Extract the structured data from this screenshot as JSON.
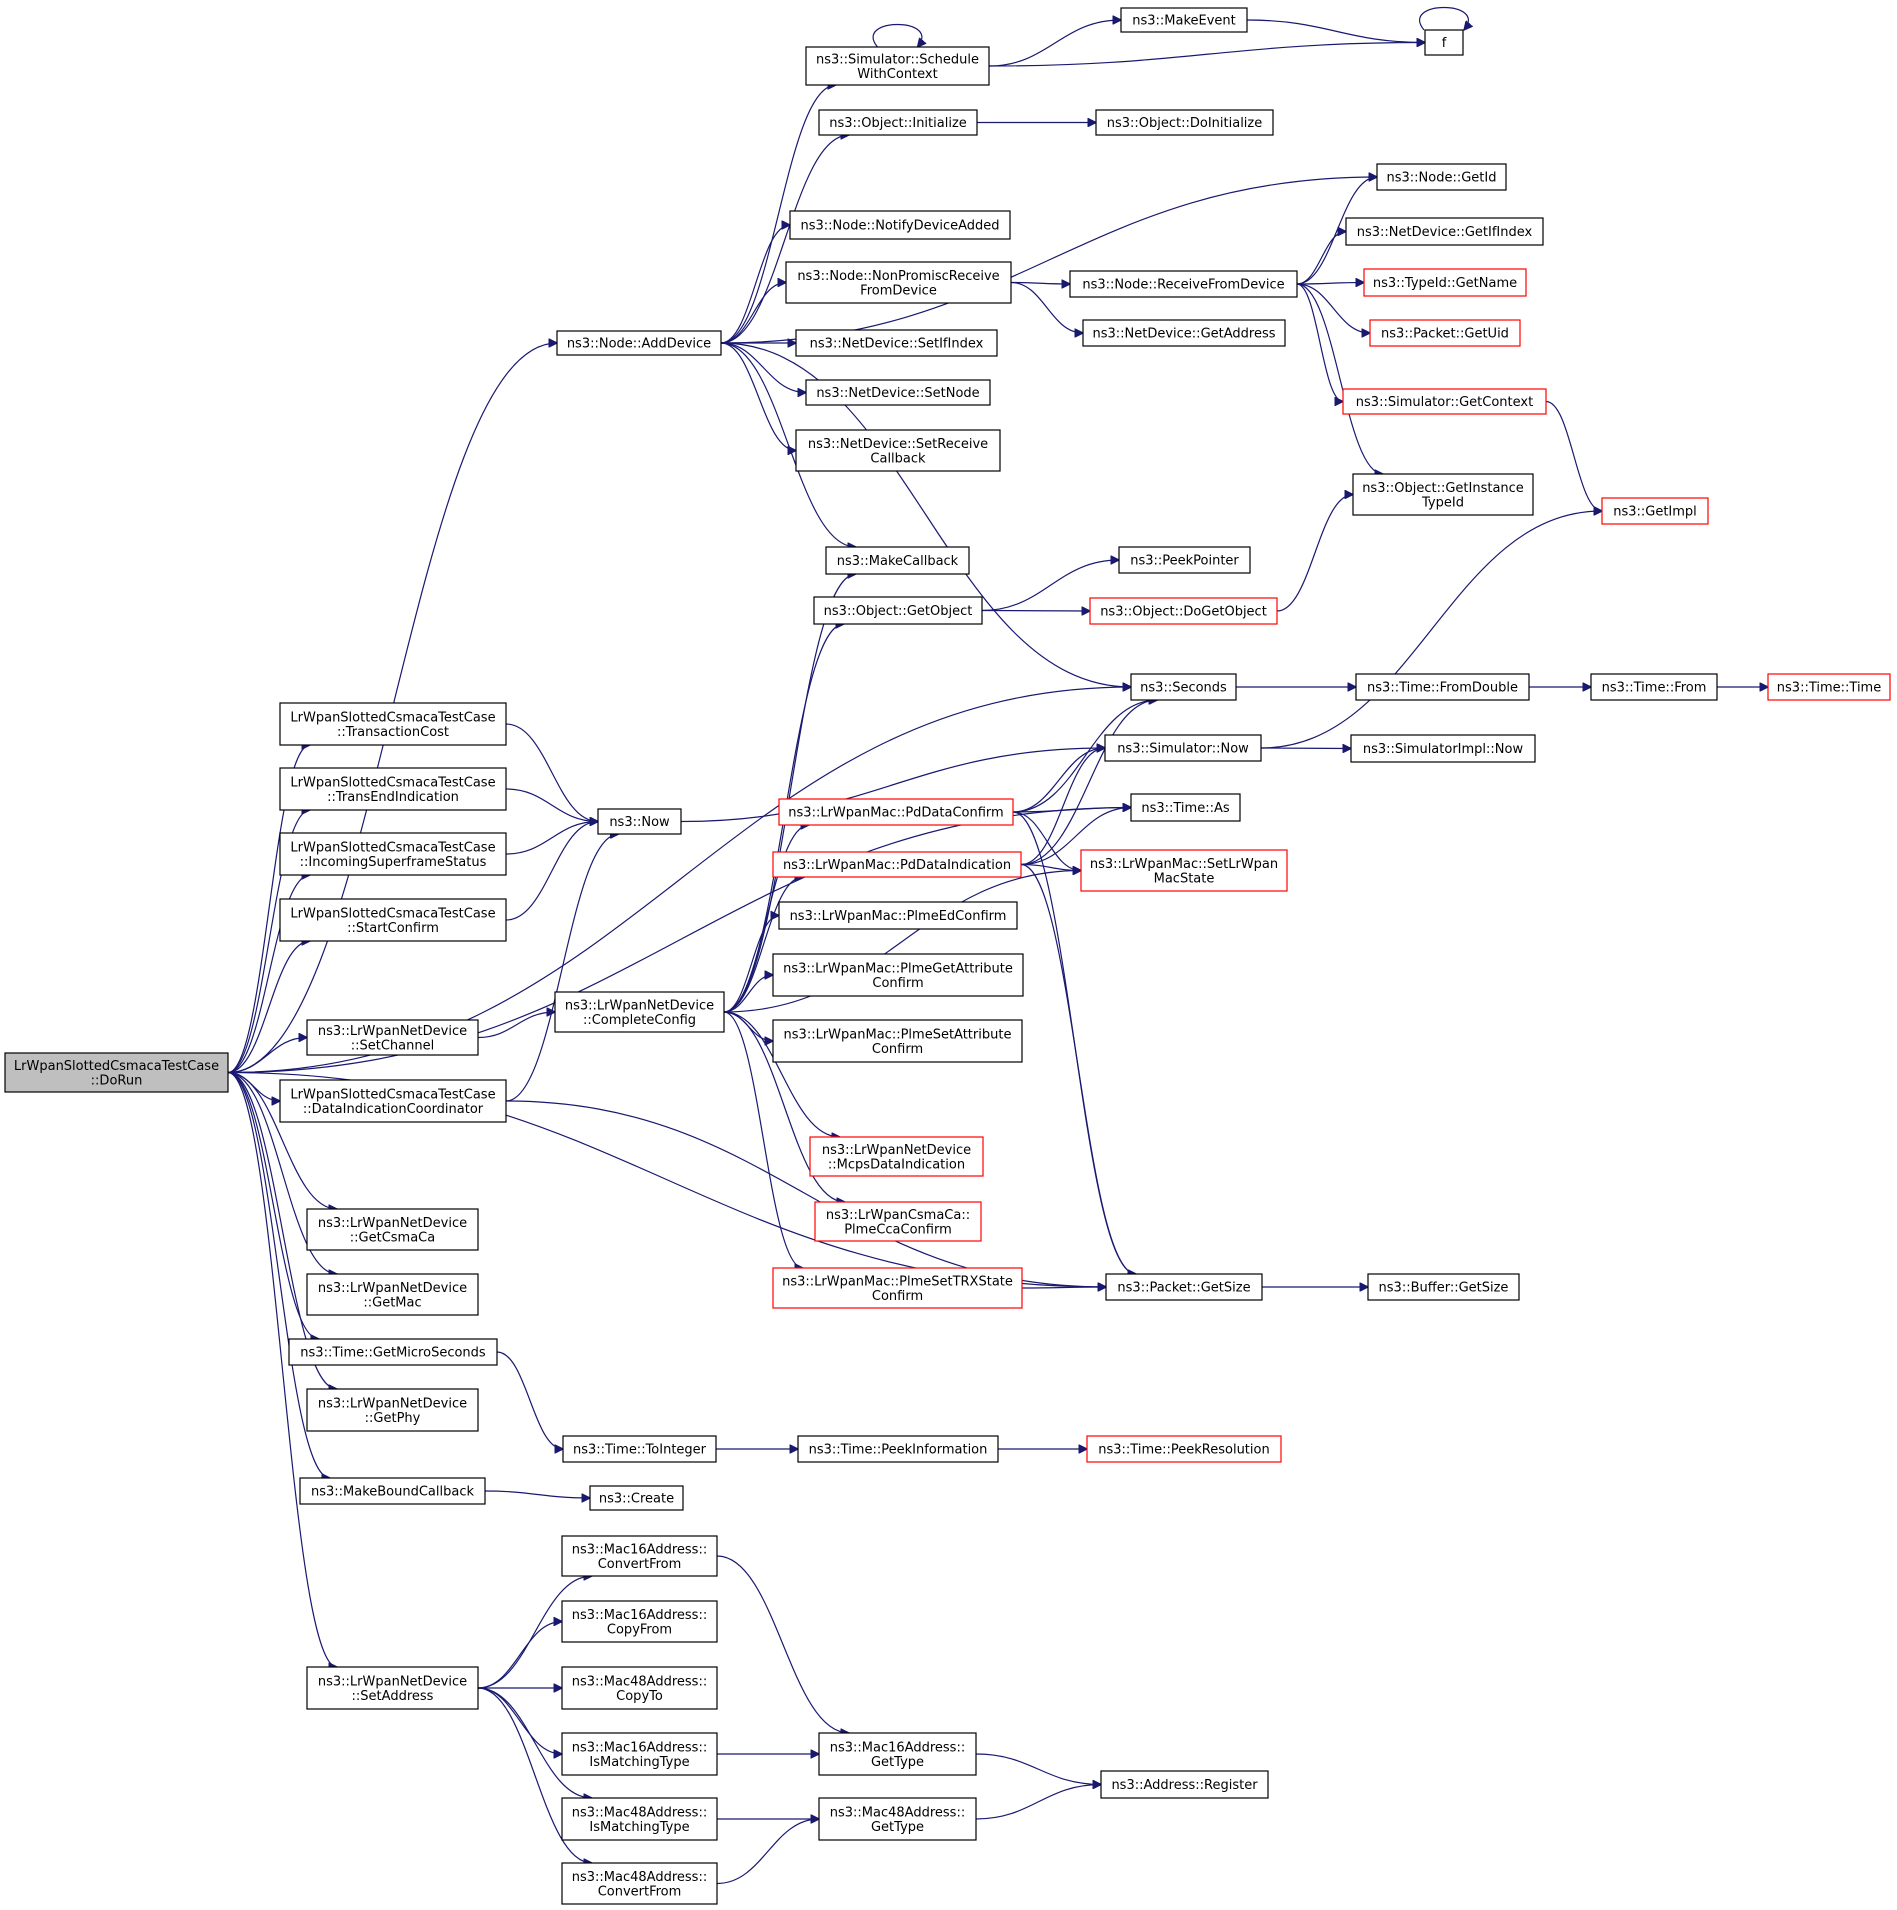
{
  "colors": {
    "edge": "#191970",
    "node_border": "#000000",
    "node_border_truncated": "#ff0000",
    "root_fill": "#bfbfbf",
    "node_fill": "#ffffff"
  },
  "nodes": {
    "dorun": [
      "LrWpanSlottedCsmacaTestCase",
      "::DoRun"
    ],
    "addDevice": [
      "ns3::Node::AddDevice"
    ],
    "schedule": [
      "ns3::Simulator::Schedule",
      "WithContext"
    ],
    "makeEvent": [
      "ns3::MakeEvent"
    ],
    "f": [
      "f"
    ],
    "objInit": [
      "ns3::Object::Initialize"
    ],
    "objDoInit": [
      "ns3::Object::DoInitialize"
    ],
    "nodeGetId": [
      "ns3::Node::GetId"
    ],
    "notifyAdded": [
      "ns3::Node::NotifyDeviceAdded"
    ],
    "nonPromisc": [
      "ns3::Node::NonPromiscReceive",
      "FromDevice"
    ],
    "recvFrom": [
      "ns3::Node::ReceiveFromDevice"
    ],
    "getIfIndex": [
      "ns3::NetDevice::GetIfIndex"
    ],
    "typeGetName": [
      "ns3::TypeId::GetName"
    ],
    "getAddress": [
      "ns3::NetDevice::GetAddress"
    ],
    "pktGetUid": [
      "ns3::Packet::GetUid"
    ],
    "setIfIndex": [
      "ns3::NetDevice::SetIfIndex"
    ],
    "setNode": [
      "ns3::NetDevice::SetNode"
    ],
    "simGetContext": [
      "ns3::Simulator::GetContext"
    ],
    "setRecvCb": [
      "ns3::NetDevice::SetReceive",
      "Callback"
    ],
    "getInstanceTypeId": [
      "ns3::Object::GetInstance",
      "TypeId"
    ],
    "getImpl": [
      "ns3::GetImpl"
    ],
    "makeCallback": [
      "ns3::MakeCallback"
    ],
    "peekPointer": [
      "ns3::PeekPointer"
    ],
    "objGetObject": [
      "ns3::Object::GetObject"
    ],
    "doGetObject": [
      "ns3::Object::DoGetObject"
    ],
    "seconds": [
      "ns3::Seconds"
    ],
    "fromDouble": [
      "ns3::Time::FromDouble"
    ],
    "timeFrom": [
      "ns3::Time::From"
    ],
    "timeTime": [
      "ns3::Time::Time"
    ],
    "transCost": [
      "LrWpanSlottedCsmacaTestCase",
      "::TransactionCost"
    ],
    "simNow": [
      "ns3::Simulator::Now"
    ],
    "simImplNow": [
      "ns3::SimulatorImpl::Now"
    ],
    "transEnd": [
      "LrWpanSlottedCsmacaTestCase",
      "::TransEndIndication"
    ],
    "now": [
      "ns3::Now"
    ],
    "pdDataConfirm": [
      "ns3::LrWpanMac::PdDataConfirm"
    ],
    "timeAs": [
      "ns3::Time::As"
    ],
    "incomingSf": [
      "LrWpanSlottedCsmacaTestCase",
      "::IncomingSuperframeStatus"
    ],
    "pdDataInd": [
      "ns3::LrWpanMac::PdDataIndication"
    ],
    "setMacState": [
      "ns3::LrWpanMac::SetLrWpan",
      "MacState"
    ],
    "startConfirm": [
      "LrWpanSlottedCsmacaTestCase",
      "::StartConfirm"
    ],
    "plmeEd": [
      "ns3::LrWpanMac::PlmeEdConfirm"
    ],
    "plmeGetAttr": [
      "ns3::LrWpanMac::PlmeGetAttribute",
      "Confirm"
    ],
    "setChannel": [
      "ns3::LrWpanNetDevice",
      "::SetChannel"
    ],
    "completeConfig": [
      "ns3::LrWpanNetDevice",
      "::CompleteConfig"
    ],
    "plmeSetAttr": [
      "ns3::LrWpanMac::PlmeSetAttribute",
      "Confirm"
    ],
    "dataIndCoord": [
      "LrWpanSlottedCsmacaTestCase",
      "::DataIndicationCoordinator"
    ],
    "mcpsDataInd": [
      "ns3::LrWpanNetDevice",
      "::McpsDataIndication"
    ],
    "getCsmaCa": [
      "ns3::LrWpanNetDevice",
      "::GetCsmaCa"
    ],
    "plmeCca": [
      "ns3::LrWpanCsmaCa::",
      "PlmeCcaConfirm"
    ],
    "getMac": [
      "ns3::LrWpanNetDevice",
      "::GetMac"
    ],
    "plmeSetTrx": [
      "ns3::LrWpanMac::PlmeSetTRXState",
      "Confirm"
    ],
    "pktGetSize": [
      "ns3::Packet::GetSize"
    ],
    "bufGetSize": [
      "ns3::Buffer::GetSize"
    ],
    "getMicro": [
      "ns3::Time::GetMicroSeconds"
    ],
    "getPhy": [
      "ns3::LrWpanNetDevice",
      "::GetPhy"
    ],
    "toInteger": [
      "ns3::Time::ToInteger"
    ],
    "peekInfo": [
      "ns3::Time::PeekInformation"
    ],
    "peekRes": [
      "ns3::Time::PeekResolution"
    ],
    "makeBound": [
      "ns3::MakeBoundCallback"
    ],
    "create": [
      "ns3::Create"
    ],
    "m16ConvFrom": [
      "ns3::Mac16Address::",
      "ConvertFrom"
    ],
    "m16CopyFrom": [
      "ns3::Mac16Address::",
      "CopyFrom"
    ],
    "setAddress": [
      "ns3::LrWpanNetDevice",
      "::SetAddress"
    ],
    "m48CopyTo": [
      "ns3::Mac48Address::",
      "CopyTo"
    ],
    "m16IsMatch": [
      "ns3::Mac16Address::",
      "IsMatchingType"
    ],
    "m16GetType": [
      "ns3::Mac16Address::",
      "GetType"
    ],
    "addrRegister": [
      "ns3::Address::Register"
    ],
    "m48IsMatch": [
      "ns3::Mac48Address::",
      "IsMatchingType"
    ],
    "m48GetType": [
      "ns3::Mac48Address::",
      "GetType"
    ],
    "m48ConvFrom": [
      "ns3::Mac48Address::",
      "ConvertFrom"
    ]
  },
  "truncated_nodes": [
    "typeGetName",
    "pktGetUid",
    "simGetContext",
    "getImpl",
    "doGetObject",
    "timeTime",
    "pdDataConfirm",
    "pdDataInd",
    "setMacState",
    "mcpsDataInd",
    "plmeCca",
    "plmeSetTrx",
    "peekRes"
  ],
  "root_node": "dorun",
  "edges": [
    [
      "dorun",
      "addDevice"
    ],
    [
      "dorun",
      "seconds"
    ],
    [
      "dorun",
      "transCost"
    ],
    [
      "dorun",
      "transEnd"
    ],
    [
      "dorun",
      "incomingSf"
    ],
    [
      "dorun",
      "startConfirm"
    ],
    [
      "dorun",
      "timeAs"
    ],
    [
      "dorun",
      "setChannel"
    ],
    [
      "dorun",
      "dataIndCoord"
    ],
    [
      "dorun",
      "pktGetSize"
    ],
    [
      "dorun",
      "getCsmaCa"
    ],
    [
      "dorun",
      "getMac"
    ],
    [
      "dorun",
      "getMicro"
    ],
    [
      "dorun",
      "getPhy"
    ],
    [
      "dorun",
      "makeBound"
    ],
    [
      "dorun",
      "setAddress"
    ],
    [
      "addDevice",
      "schedule"
    ],
    [
      "addDevice",
      "objInit"
    ],
    [
      "addDevice",
      "nodeGetId"
    ],
    [
      "addDevice",
      "notifyAdded"
    ],
    [
      "addDevice",
      "nonPromisc"
    ],
    [
      "addDevice",
      "setIfIndex"
    ],
    [
      "addDevice",
      "setNode"
    ],
    [
      "addDevice",
      "setRecvCb"
    ],
    [
      "addDevice",
      "makeCallback"
    ],
    [
      "addDevice",
      "seconds"
    ],
    [
      "schedule",
      "schedule"
    ],
    [
      "schedule",
      "makeEvent"
    ],
    [
      "schedule",
      "f"
    ],
    [
      "makeEvent",
      "f"
    ],
    [
      "f",
      "f"
    ],
    [
      "objInit",
      "objDoInit"
    ],
    [
      "nonPromisc",
      "recvFrom"
    ],
    [
      "nonPromisc",
      "getAddress"
    ],
    [
      "recvFrom",
      "nodeGetId"
    ],
    [
      "recvFrom",
      "getIfIndex"
    ],
    [
      "recvFrom",
      "typeGetName"
    ],
    [
      "recvFrom",
      "pktGetUid"
    ],
    [
      "recvFrom",
      "simGetContext"
    ],
    [
      "recvFrom",
      "getInstanceTypeId"
    ],
    [
      "simGetContext",
      "getImpl"
    ],
    [
      "objGetObject",
      "peekPointer"
    ],
    [
      "objGetObject",
      "doGetObject"
    ],
    [
      "doGetObject",
      "getInstanceTypeId"
    ],
    [
      "seconds",
      "fromDouble"
    ],
    [
      "fromDouble",
      "timeFrom"
    ],
    [
      "timeFrom",
      "timeTime"
    ],
    [
      "transCost",
      "now"
    ],
    [
      "transEnd",
      "now"
    ],
    [
      "incomingSf",
      "now"
    ],
    [
      "startConfirm",
      "now"
    ],
    [
      "dataIndCoord",
      "now"
    ],
    [
      "dataIndCoord",
      "pktGetSize"
    ],
    [
      "now",
      "simNow"
    ],
    [
      "simNow",
      "simImplNow"
    ],
    [
      "simNow",
      "getImpl"
    ],
    [
      "setChannel",
      "completeConfig"
    ],
    [
      "completeConfig",
      "makeCallback"
    ],
    [
      "completeConfig",
      "objGetObject"
    ],
    [
      "completeConfig",
      "pdDataConfirm"
    ],
    [
      "completeConfig",
      "pdDataInd"
    ],
    [
      "completeConfig",
      "plmeEd"
    ],
    [
      "completeConfig",
      "plmeGetAttr"
    ],
    [
      "completeConfig",
      "plmeSetAttr"
    ],
    [
      "completeConfig",
      "setMacState"
    ],
    [
      "completeConfig",
      "mcpsDataInd"
    ],
    [
      "completeConfig",
      "plmeCca"
    ],
    [
      "completeConfig",
      "plmeSetTrx"
    ],
    [
      "pdDataConfirm",
      "seconds"
    ],
    [
      "pdDataConfirm",
      "simNow"
    ],
    [
      "pdDataConfirm",
      "timeAs"
    ],
    [
      "pdDataConfirm",
      "setMacState"
    ],
    [
      "pdDataConfirm",
      "pktGetSize"
    ],
    [
      "pdDataInd",
      "seconds"
    ],
    [
      "pdDataInd",
      "simNow"
    ],
    [
      "pdDataInd",
      "timeAs"
    ],
    [
      "pdDataInd",
      "setMacState"
    ],
    [
      "pdDataInd",
      "pktGetSize"
    ],
    [
      "plmeSetTrx",
      "pktGetSize"
    ],
    [
      "pktGetSize",
      "bufGetSize"
    ],
    [
      "getMicro",
      "toInteger"
    ],
    [
      "toInteger",
      "peekInfo"
    ],
    [
      "peekInfo",
      "peekRes"
    ],
    [
      "makeBound",
      "create"
    ],
    [
      "setAddress",
      "m16ConvFrom"
    ],
    [
      "setAddress",
      "m16CopyFrom"
    ],
    [
      "setAddress",
      "m48CopyTo"
    ],
    [
      "setAddress",
      "m16IsMatch"
    ],
    [
      "setAddress",
      "m48IsMatch"
    ],
    [
      "setAddress",
      "m48ConvFrom"
    ],
    [
      "m16ConvFrom",
      "m16GetType"
    ],
    [
      "m16IsMatch",
      "m16GetType"
    ],
    [
      "m48IsMatch",
      "m48GetType"
    ],
    [
      "m48ConvFrom",
      "m48GetType"
    ],
    [
      "m16GetType",
      "addrRegister"
    ],
    [
      "m48GetType",
      "addrRegister"
    ]
  ]
}
